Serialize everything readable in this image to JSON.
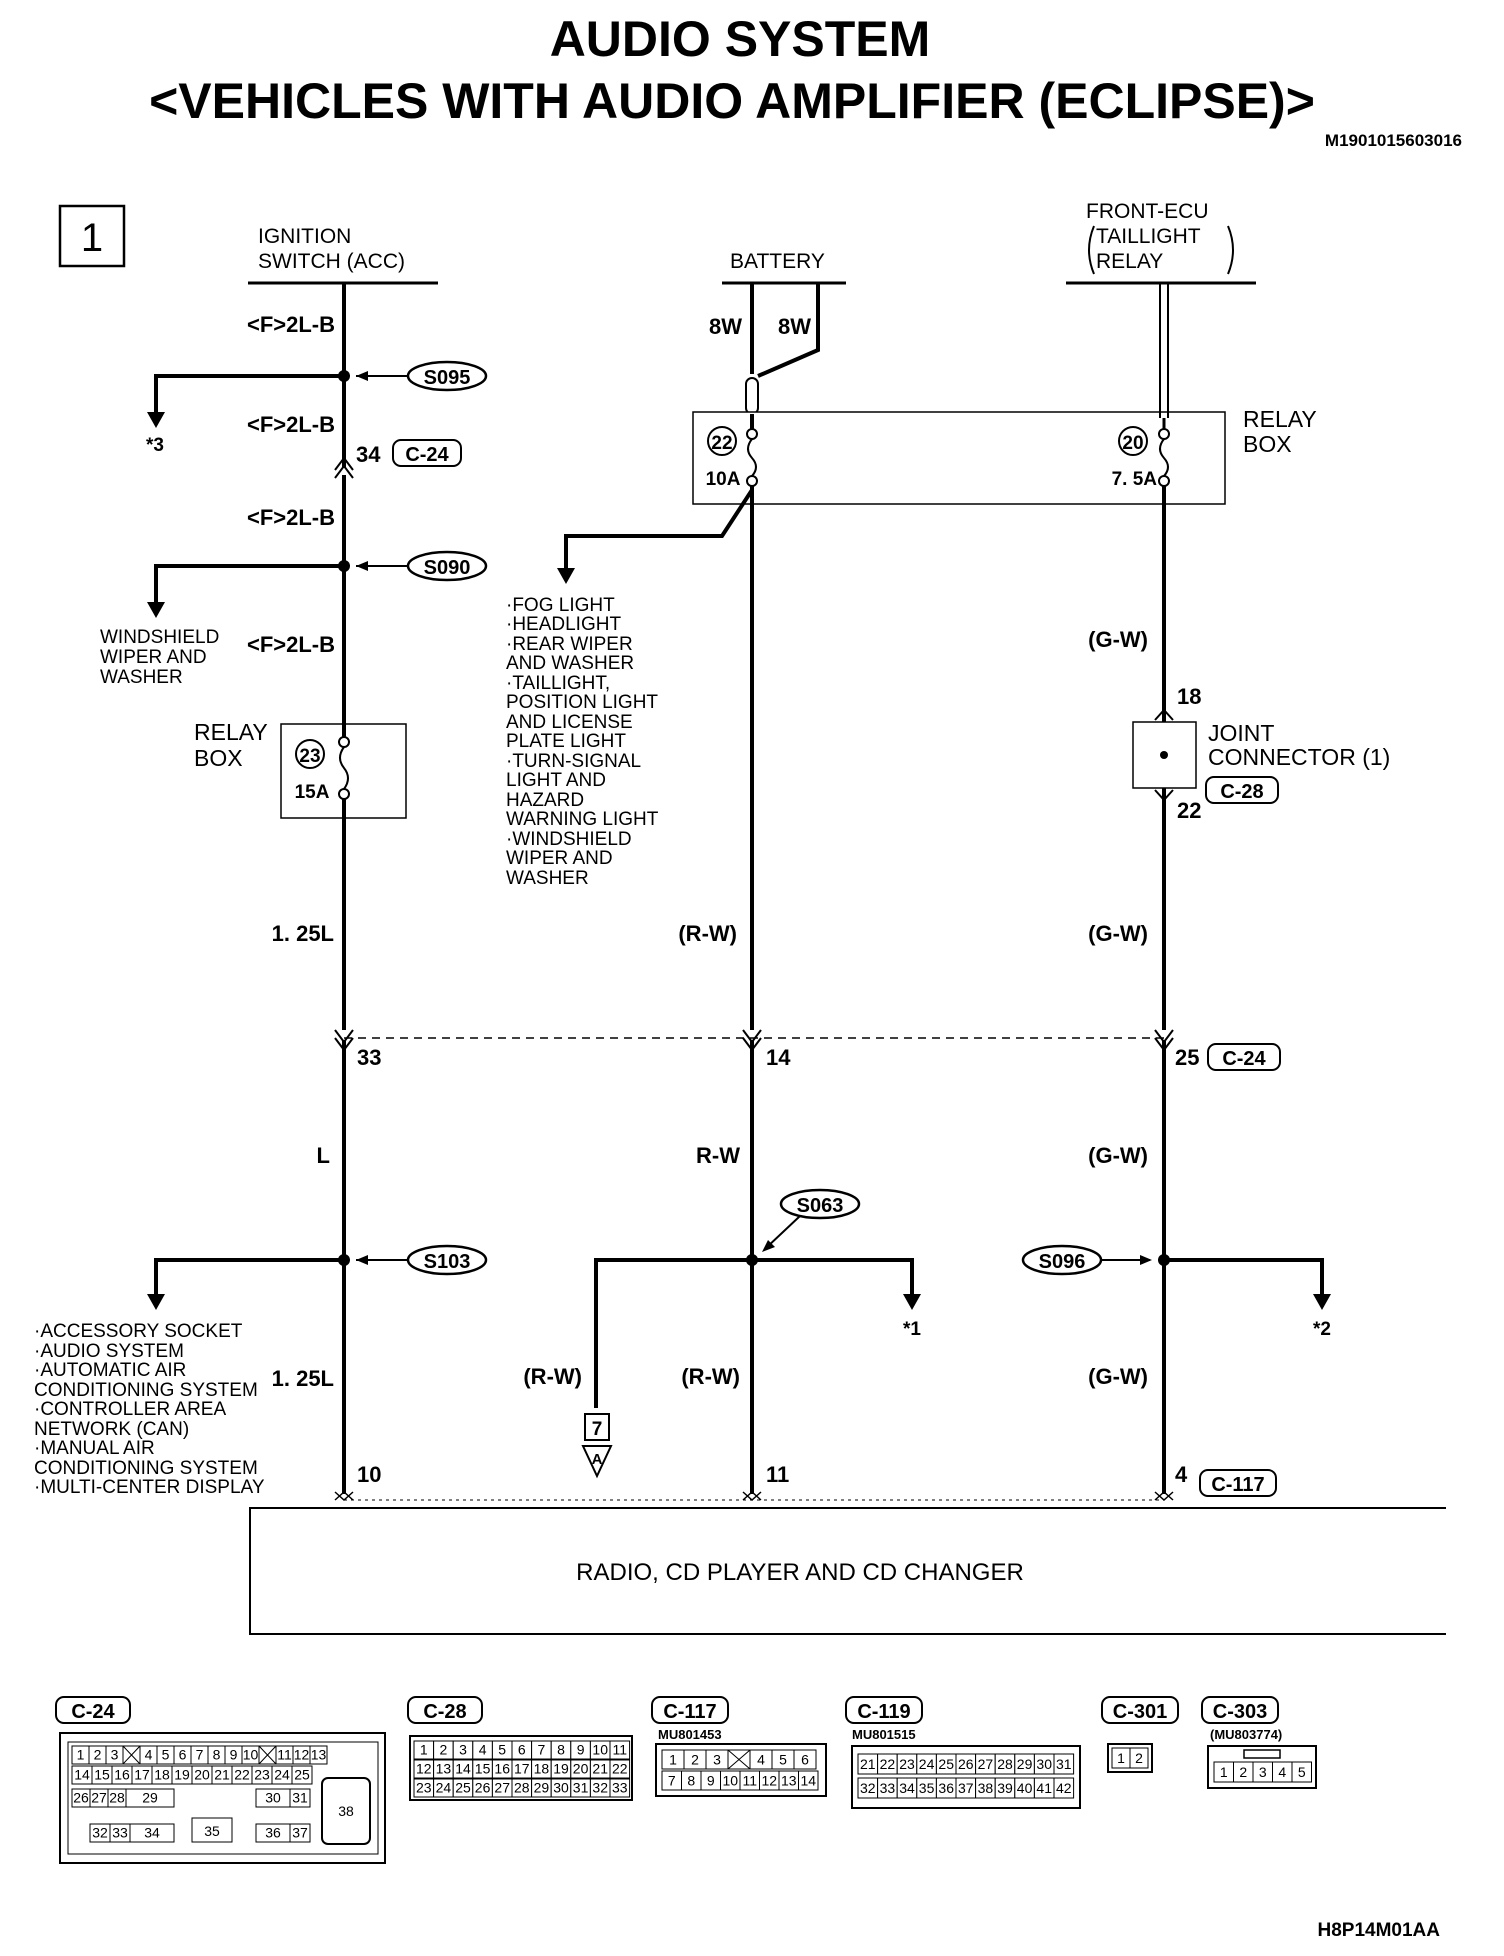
{
  "title": {
    "line1": "AUDIO SYSTEM",
    "line2": "<VEHICLES WITH AUDIO AMPLIFIER (ECLIPSE)>",
    "doc_id": "M1901015603016"
  },
  "page_number": "1",
  "sources": {
    "ignition_l1": "IGNITION",
    "ignition_l2": "SWITCH (ACC)",
    "battery": "BATTERY",
    "front_ecu_l1": "FRONT-ECU",
    "front_ecu_l2": "TAILLIGHT",
    "front_ecu_l3": "RELAY"
  },
  "wire_colors": {
    "f2lb": "<F>2L-B",
    "w125l": "1. 25L",
    "l": "L",
    "rw_paren": "(R-W)",
    "rw": "R-W",
    "gw": "(G-W)",
    "w8w": "8W"
  },
  "splices": {
    "s095": "S095",
    "s090": "S090",
    "s103": "S103",
    "s063": "S063",
    "s096": "S096"
  },
  "relay_box_top": {
    "label_l1": "RELAY",
    "label_l2": "BOX",
    "fuse22": "22",
    "fuse22_amp": "10A",
    "fuse20": "20",
    "fuse20_amp": "7. 5A"
  },
  "relay_box_left": {
    "label_l1": "RELAY",
    "label_l2": "BOX",
    "fuse": "23",
    "amp": "15A"
  },
  "joint_connector": {
    "label_l1": "JOINT",
    "label_l2": "CONNECTOR (1)",
    "pin_top": "18",
    "pin_bottom": "22"
  },
  "connectors": {
    "c24": "C-24",
    "c28": "C-28",
    "c117": "C-117",
    "c119": "C-119",
    "c301": "C-301",
    "c303": "C-303"
  },
  "pins": {
    "p34": "34",
    "p33": "33",
    "p14": "14",
    "p25": "25",
    "p10": "10",
    "p11": "11",
    "p4": "4"
  },
  "refs": {
    "star3": "*3",
    "star1": "*1",
    "star2": "*2",
    "box7": "7",
    "arrowA": "A"
  },
  "wiper_branch": [
    "WINDSHIELD",
    "WIPER AND",
    "WASHER"
  ],
  "fuse22_branch": [
    "·FOG LIGHT",
    "·HEADLIGHT",
    "·REAR WIPER",
    " AND WASHER",
    "·TAILLIGHT,",
    " POSITION LIGHT",
    " AND LICENSE",
    " PLATE LIGHT",
    "·TURN-SIGNAL",
    " LIGHT AND",
    " HAZARD",
    " WARNING LIGHT",
    "·WINDSHIELD",
    " WIPER AND",
    " WASHER"
  ],
  "s103_branch": [
    "·ACCESSORY SOCKET",
    "·AUDIO SYSTEM",
    "·AUTOMATIC AIR",
    " CONDITIONING SYSTEM",
    "·CONTROLLER AREA",
    " NETWORK (CAN)",
    "·MANUAL AIR",
    " CONDITIONING SYSTEM",
    "·MULTI-CENTER DISPLAY"
  ],
  "radio_box": "RADIO, CD PLAYER AND CD CHANGER",
  "connector_views": {
    "c117_part": "MU801453",
    "c119_part": "MU801515",
    "c303_part": "(MU803774)",
    "c24_rows": [
      [
        "1",
        "2",
        "3",
        "",
        "4",
        "5",
        "6",
        "7",
        "8",
        "9",
        "10",
        "",
        "11",
        "12",
        "13"
      ],
      [
        "14",
        "15",
        "16",
        "17",
        "18",
        "19",
        "20",
        "21",
        "22",
        "23",
        "24",
        "25"
      ],
      [
        "26",
        "27",
        "28",
        "29",
        "30",
        "31"
      ],
      [
        "32",
        "33",
        "34",
        "35",
        "36",
        "37"
      ]
    ],
    "c24_big": "38",
    "c28_rows": [
      [
        "1",
        "2",
        "3",
        "4",
        "5",
        "6",
        "7",
        "8",
        "9",
        "10",
        "11"
      ],
      [
        "12",
        "13",
        "14",
        "15",
        "16",
        "17",
        "18",
        "19",
        "20",
        "21",
        "22"
      ],
      [
        "23",
        "24",
        "25",
        "26",
        "27",
        "28",
        "29",
        "30",
        "31",
        "32",
        "33"
      ]
    ],
    "c117_rows": [
      [
        "1",
        "2",
        "3",
        "",
        "4",
        "5",
        "6"
      ],
      [
        "7",
        "8",
        "9",
        "10",
        "11",
        "12",
        "13",
        "14"
      ]
    ],
    "c119_rows": [
      [
        "21",
        "22",
        "23",
        "24",
        "25",
        "26",
        "27",
        "28",
        "29",
        "30",
        "31"
      ],
      [
        "32",
        "33",
        "34",
        "35",
        "36",
        "37",
        "38",
        "39",
        "40",
        "41",
        "42"
      ]
    ],
    "c301_pins": [
      "1",
      "2"
    ],
    "c303_pins": [
      "1",
      "2",
      "3",
      "4",
      "5"
    ]
  },
  "footer_code": "H8P14M01AA"
}
